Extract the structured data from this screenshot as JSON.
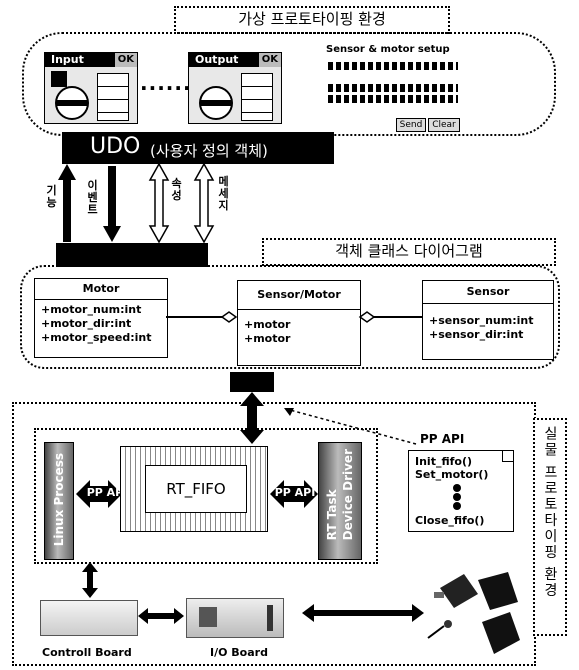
{
  "top": {
    "title": "가상 프로토타이핑 환경",
    "input_win": {
      "title": "Input",
      "ok": "OK"
    },
    "output_win": {
      "title": "Output",
      "ok": "OK"
    },
    "ellipsis": "······",
    "sensor_setup": {
      "title": "Sensor & motor setup",
      "send": "Send",
      "clear": "Clear"
    }
  },
  "udo": {
    "main": "UDO",
    "sub": "(사용자 정의 객체)"
  },
  "arrows": {
    "left": "기능",
    "second": "이벤트",
    "third": "속성",
    "fourth": "메세지"
  },
  "class_diagram": {
    "title": "객체 클래스 다이어그램",
    "motor": {
      "name": "Motor",
      "attrs": [
        "+motor_num:int",
        "+motor_dir:int",
        "+motor_speed:int"
      ]
    },
    "sensor_motor": {
      "name": "Sensor/Motor",
      "attrs": [
        "+motor",
        "+motor"
      ]
    },
    "sensor": {
      "name": "Sensor",
      "attrs": [
        "+sensor_num:int",
        "+sensor_dir:int"
      ]
    }
  },
  "bottom": {
    "side_title": "실물 프로토타이핑 환경",
    "linux": "Linux Process",
    "rt_fifo": "RT_FIFO",
    "pp_api_left": "PP API",
    "pp_api_right": "PP API",
    "device": [
      "RT Task",
      "Device Driver"
    ],
    "note": {
      "title": "PP API",
      "lines": [
        "Init_fifo()",
        "Set_motor()",
        "Close_fifo()"
      ]
    },
    "control_board": "Controll Board",
    "io_board": "I/O Board"
  }
}
